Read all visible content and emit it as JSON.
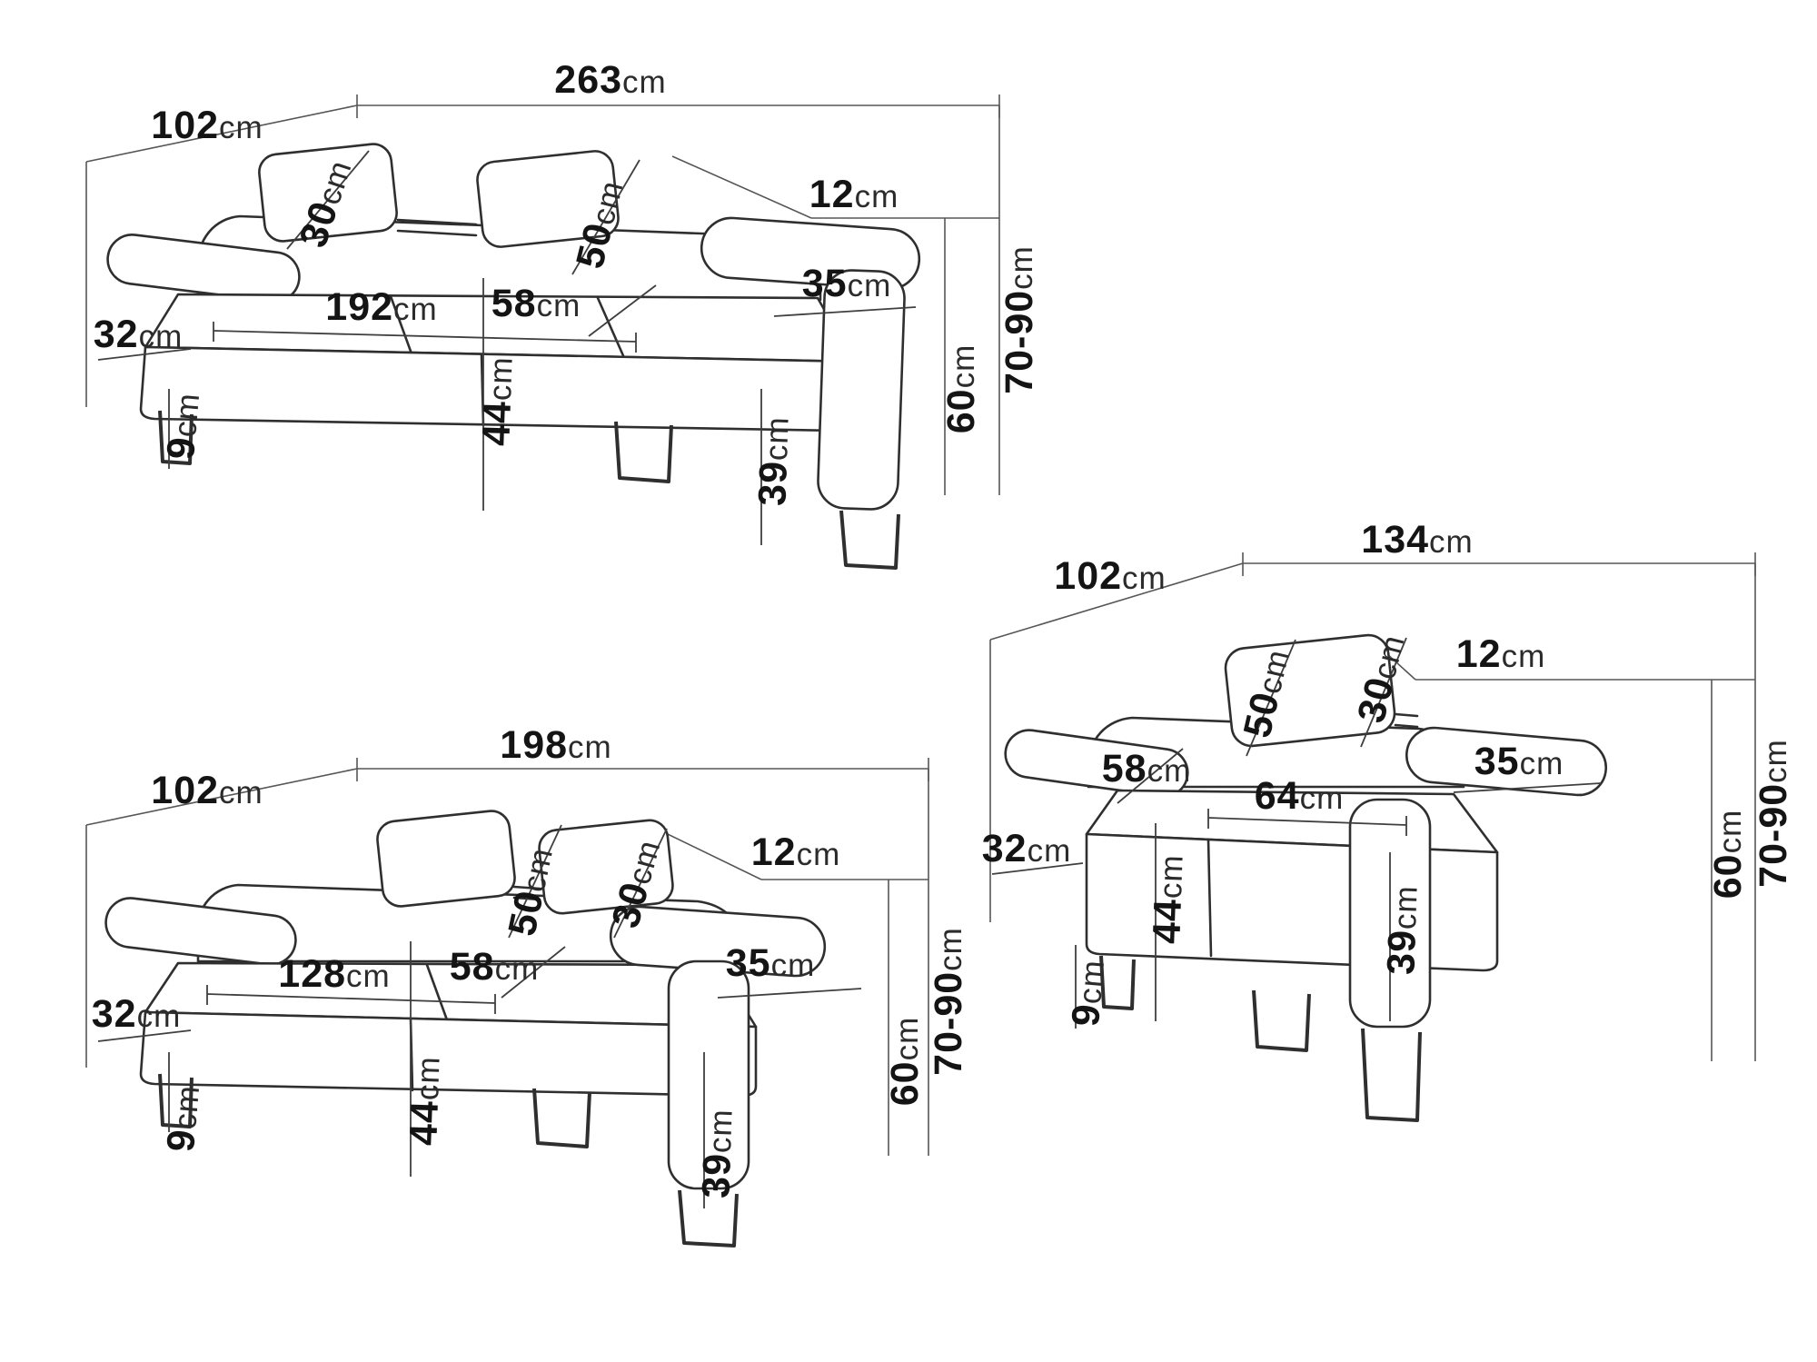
{
  "page": {
    "background": "#ffffff",
    "line_color": "#2f2f2f",
    "dim_line_color": "#565656",
    "text_color": "#141414"
  },
  "sofa_three_seater": {
    "labels": {
      "depth": {
        "v": "102",
        "u": "cm"
      },
      "overall_width": {
        "v": "263",
        "u": "cm"
      },
      "headrest_adjust": {
        "v": "12",
        "u": "cm"
      },
      "headrest_depth": {
        "v": "30",
        "u": "cm"
      },
      "backrest_height": {
        "v": "50",
        "u": "cm"
      },
      "seat_width": {
        "v": "192",
        "u": "cm"
      },
      "seat_depth": {
        "v": "58",
        "u": "cm"
      },
      "armrest_width": {
        "v": "35",
        "u": "cm"
      },
      "armrest_side_height": {
        "v": "32",
        "u": "cm"
      },
      "seat_height": {
        "v": "44",
        "u": "cm"
      },
      "leg_height": {
        "v": "9",
        "u": "cm"
      },
      "armrest_front_height": {
        "v": "39",
        "u": "cm"
      },
      "overall_height": {
        "v": "70-90",
        "u": "cm"
      },
      "frame_height": {
        "v": "60",
        "u": "cm"
      }
    }
  },
  "sofa_two_seater": {
    "labels": {
      "depth": {
        "v": "102",
        "u": "cm"
      },
      "overall_width": {
        "v": "198",
        "u": "cm"
      },
      "headrest_adjust": {
        "v": "12",
        "u": "cm"
      },
      "headrest_depth": {
        "v": "30",
        "u": "cm"
      },
      "backrest_height": {
        "v": "50",
        "u": "cm"
      },
      "seat_width": {
        "v": "128",
        "u": "cm"
      },
      "seat_depth": {
        "v": "58",
        "u": "cm"
      },
      "armrest_width": {
        "v": "35",
        "u": "cm"
      },
      "armrest_side_height": {
        "v": "32",
        "u": "cm"
      },
      "seat_height": {
        "v": "44",
        "u": "cm"
      },
      "leg_height": {
        "v": "9",
        "u": "cm"
      },
      "armrest_front_height": {
        "v": "39",
        "u": "cm"
      },
      "overall_height": {
        "v": "70-90",
        "u": "cm"
      },
      "frame_height": {
        "v": "60",
        "u": "cm"
      }
    }
  },
  "armchair": {
    "labels": {
      "depth": {
        "v": "102",
        "u": "cm"
      },
      "overall_width": {
        "v": "134",
        "u": "cm"
      },
      "headrest_adjust": {
        "v": "12",
        "u": "cm"
      },
      "headrest_depth": {
        "v": "30",
        "u": "cm"
      },
      "backrest_height": {
        "v": "50",
        "u": "cm"
      },
      "seat_width": {
        "v": "64",
        "u": "cm"
      },
      "seat_depth": {
        "v": "58",
        "u": "cm"
      },
      "armrest_width": {
        "v": "35",
        "u": "cm"
      },
      "armrest_side_height": {
        "v": "32",
        "u": "cm"
      },
      "seat_height": {
        "v": "44",
        "u": "cm"
      },
      "leg_height": {
        "v": "9",
        "u": "cm"
      },
      "armrest_front_height": {
        "v": "39",
        "u": "cm"
      },
      "overall_height": {
        "v": "70-90",
        "u": "cm"
      },
      "frame_height": {
        "v": "60",
        "u": "cm"
      }
    }
  }
}
